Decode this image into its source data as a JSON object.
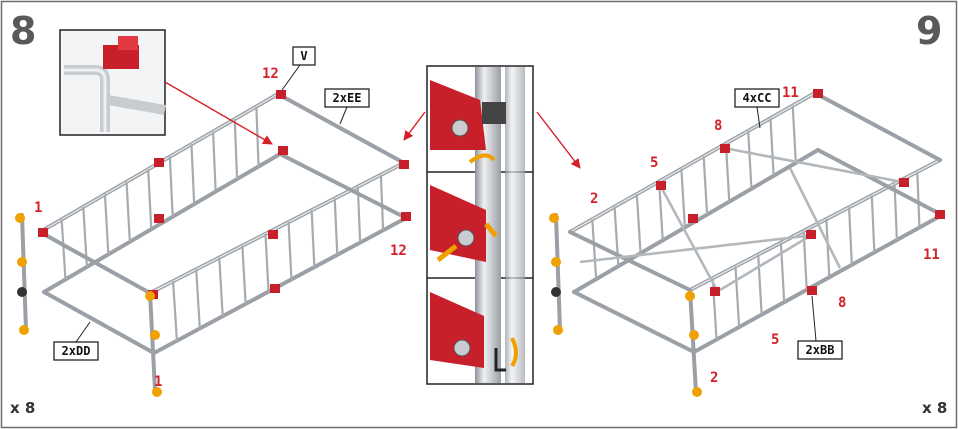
{
  "page": {
    "step_left": "8",
    "step_right": "9",
    "count_left": "x 8",
    "count_right": "x 8"
  },
  "step8": {
    "labels": {
      "v": "V",
      "ee": "2xEE",
      "dd": "2xDD"
    },
    "callouts": {
      "c12a": "12",
      "c12b": "12",
      "c1a": "1",
      "c1b": "1"
    }
  },
  "step9": {
    "labels": {
      "cc": "4xCC",
      "bb": "2xBB"
    },
    "callouts": {
      "c11a": "11",
      "c11b": "11",
      "c8a": "8",
      "c8b": "8",
      "c5a": "5",
      "c5b": "5",
      "c2a": "2",
      "c2b": "2"
    }
  },
  "colors": {
    "accent_red": "#d4202a",
    "aluminium": "#9aa0a6",
    "caster_orange": "#f0a000",
    "text_grey": "#595959"
  },
  "icons": [
    "zoom-detail-icon",
    "clamp-detail-icon",
    "rotate-arrow-icon",
    "press-arrow-icon",
    "pointer-arrow-icon"
  ]
}
